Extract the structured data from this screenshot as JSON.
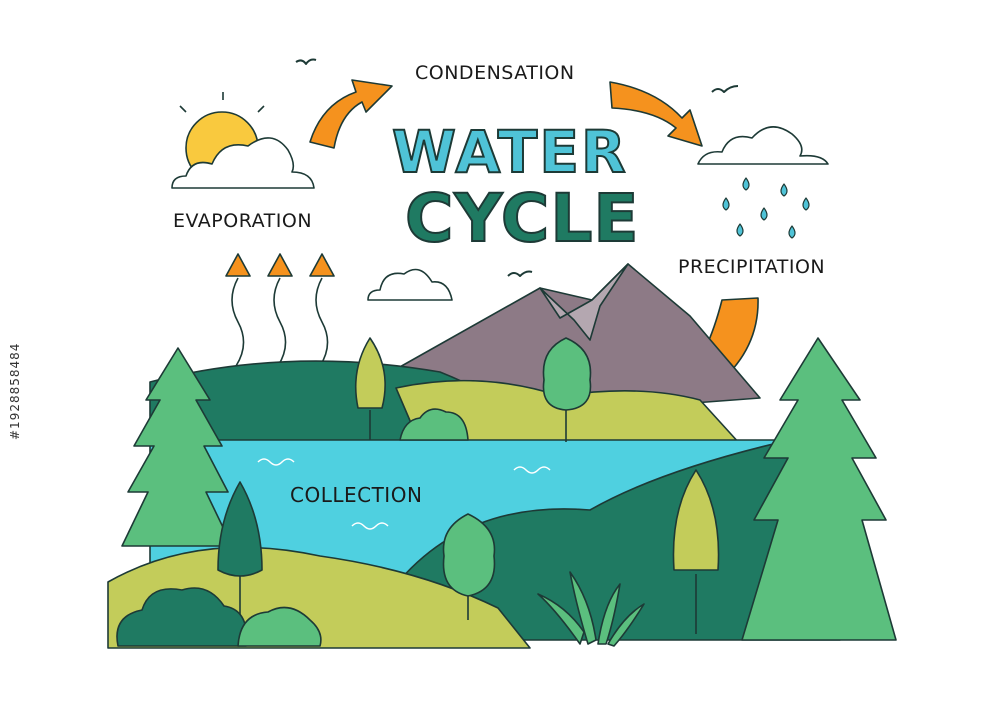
{
  "title": {
    "line1": "WATER",
    "line2": "CYCLE"
  },
  "stages": {
    "condensation": "CONDENSATION",
    "evaporation": "EVAPORATION",
    "precipitation": "PRECIPITATION",
    "collection": "COLLECTION"
  },
  "stock_id": "#1928858484",
  "colors": {
    "water": "#4fd0e0",
    "dark_green": "#1f7a62",
    "light_green": "#c3cc5a",
    "tree_green": "#5bbf7e",
    "mountain": "#8d7a86",
    "sun": "#f9c93e",
    "arrow": "#f5921e",
    "rain": "#4fc3d7",
    "outline": "#1d3a36"
  }
}
